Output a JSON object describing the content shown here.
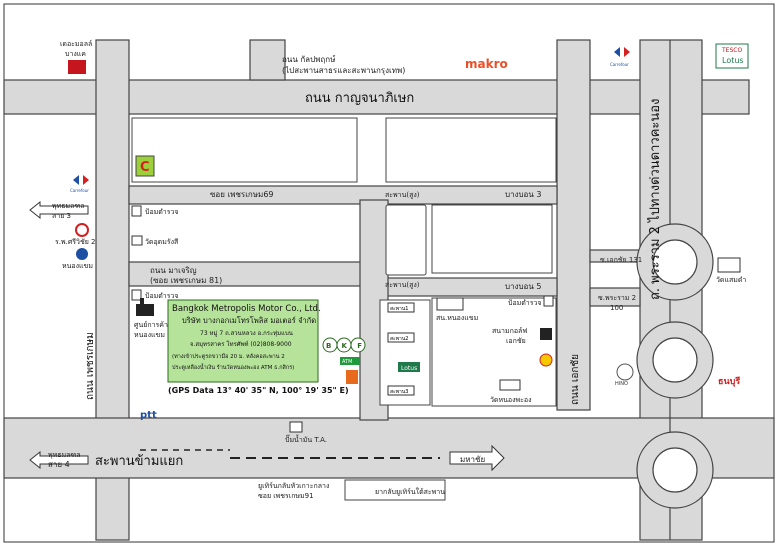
{
  "colors": {
    "road": "#d9d9d9",
    "block": "#ffffff",
    "line": "#333333",
    "company_box": "#b6e39a",
    "makro": "#e8502a",
    "tesco_green": "#1e7a4b",
    "ptt_blue": "#1d4fa3",
    "shell_yellow": "#f7c800",
    "red": "#d42020"
  },
  "roads": {
    "kanchanaphisek": "ถนน กาญจนาภิเษก",
    "phetkasem": "ถนน เพชรเกษม",
    "ekachai": "ถนน เอกชัย",
    "rama2": "ถ. พระราม 2 ไปทางด่วนดาวคะนอง",
    "sapan_chang_yak": "สะพานข้ามแยก",
    "kalpaphruek": "ถนน กัลปพฤกษ์",
    "kalpaphruek_sub": "(ไปสะพานสาธรและสะพานกรุงเทพ)",
    "soi69": "ซอย เพชรเกษม69",
    "maharat": "ถนน มาเจริญ",
    "maharat_sub": "(ซอย เพชรเกษม 81)",
    "bangbon3": "บางบอน 3",
    "bangbon5": "บางบอน 5",
    "bridge1": "สะพาน(สูง)",
    "bridge2": "สะพาน(สูง)",
    "ekachai131": "ซ.เอกชัย 131",
    "rama2_100": "ซ.พระราม 2",
    "rama2_100b": "100",
    "phutthamonthon_top": "พุทธมลฑล",
    "sai3": "สาย 3",
    "phutthamonthon_bottom": "พุทธมลฑล",
    "sai4": "สาย 4",
    "mahachai": "มหาชัย",
    "u_turn_bottom1": "ยูเทิร์นกลับหัวเกาะกลาง",
    "u_turn_bottom2": "ซอย เพชรเกษม91",
    "u_turn_right": "ยากลับยูเทิร์นใต้สะพาน",
    "tonburi": "ธนบุรี"
  },
  "places": {
    "the_mall": "เดอะมอลล์",
    "the_mall_sub": "บางแค",
    "makro": "makro",
    "carrefour_top": "Carrefour",
    "tesco_top": "TESCO",
    "lotus_top": "Lotus",
    "carrefour_left": "Carrefour",
    "police1": "ป้อมตำรวจ",
    "wat_udom": "วัดอุดมรังสี",
    "hospital": "ร.พ.ศรีวิชัย 2",
    "nongkhaem": "หนองแขม",
    "police2": "ป้อมตำรวจ",
    "center_label": "ศูนย์การค้า",
    "center_label2": "หนองแขม",
    "ptt": "ptt",
    "police3": "ป้อมตำรวจ",
    "sor_nongkhaem": "สน.หนองแขม",
    "golf": "สนามกอล์ฟ",
    "golf2": "เอกชัย",
    "shell": "Shell",
    "wat_nongphong": "วัดหนองพะอง",
    "lotus_express": "Lotus",
    "kasikorn": "ATM",
    "t_a": "ปั๊มน้ำมัน T.A.",
    "wat_sanam": "วัดแสมดำ",
    "thonburi_right": "ธนบุรี",
    "hino": "HINO"
  },
  "company": {
    "name_en": "Bangkok Metropolis Motor Co., Ltd.",
    "name_th": "บริษัท บางกอกเมโทรโพลิส มอเตอร์ จำกัด",
    "addr1": "73 หมู่ 7 ถ.สวนหลวง อ.กระทุ่มแบน",
    "addr2": "จ.สมุทรสาคร โทรศัพท์ (02)808-9000",
    "addr3": "(ทางเข้าประตูรถขวามือ 20 ม. หลังคอสะพาน 2",
    "addr4": "ประตูเหลืองน้ำเงิน ร้านวัดหนองพะอง ATM ธ.กสิกร)",
    "gps": "(GPS Data 13° 40' 35\" N, 100° 19' 35\" E)",
    "badge": "BKF"
  },
  "small_bridges": [
    "สะพาน1",
    "สะพาน2",
    "สะพาน3"
  ]
}
